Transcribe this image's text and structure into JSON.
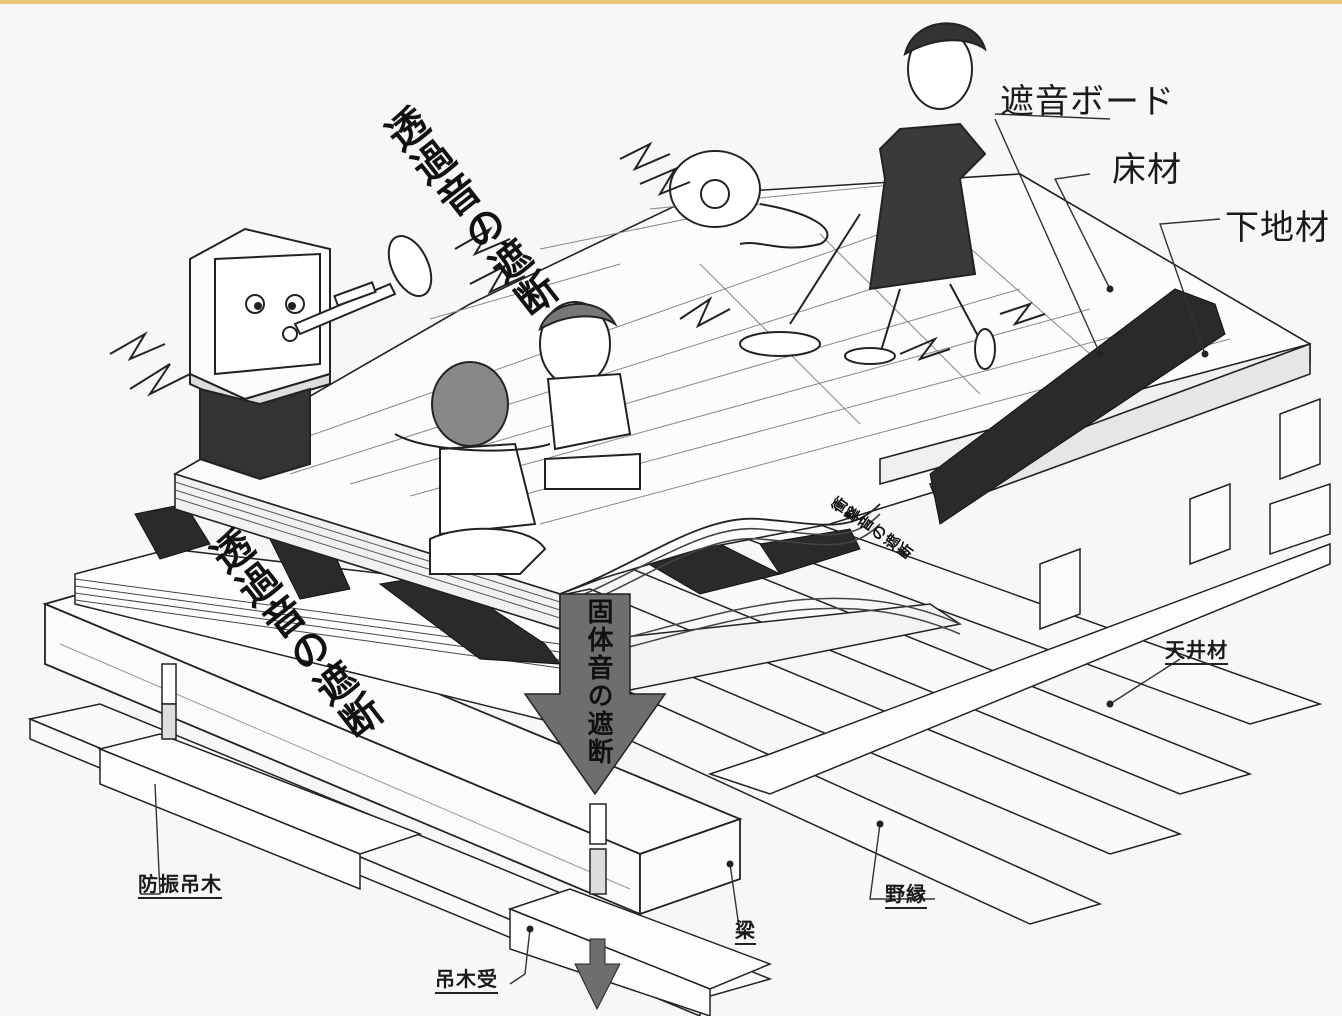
{
  "labels": {
    "soundproof_board": "遮音ボード",
    "flooring": "床材",
    "subfloor": "下地材",
    "ceiling": "天井材",
    "nobuchi": "野縁",
    "beam": "梁",
    "anti_vibration_hanger": "防振吊木",
    "hanger_receiver": "吊木受"
  },
  "annotations": {
    "airborne_upper": "透過音の遮断",
    "airborne_lower": "透過音の遮断",
    "structure_borne": "固体音の遮断",
    "impact_small": "衝撃音の遮断"
  },
  "colors": {
    "border_accent": "#e8c877",
    "line": "#222222",
    "dark_panel": "#2a2a2a",
    "arrow": "#6e6e6e"
  }
}
